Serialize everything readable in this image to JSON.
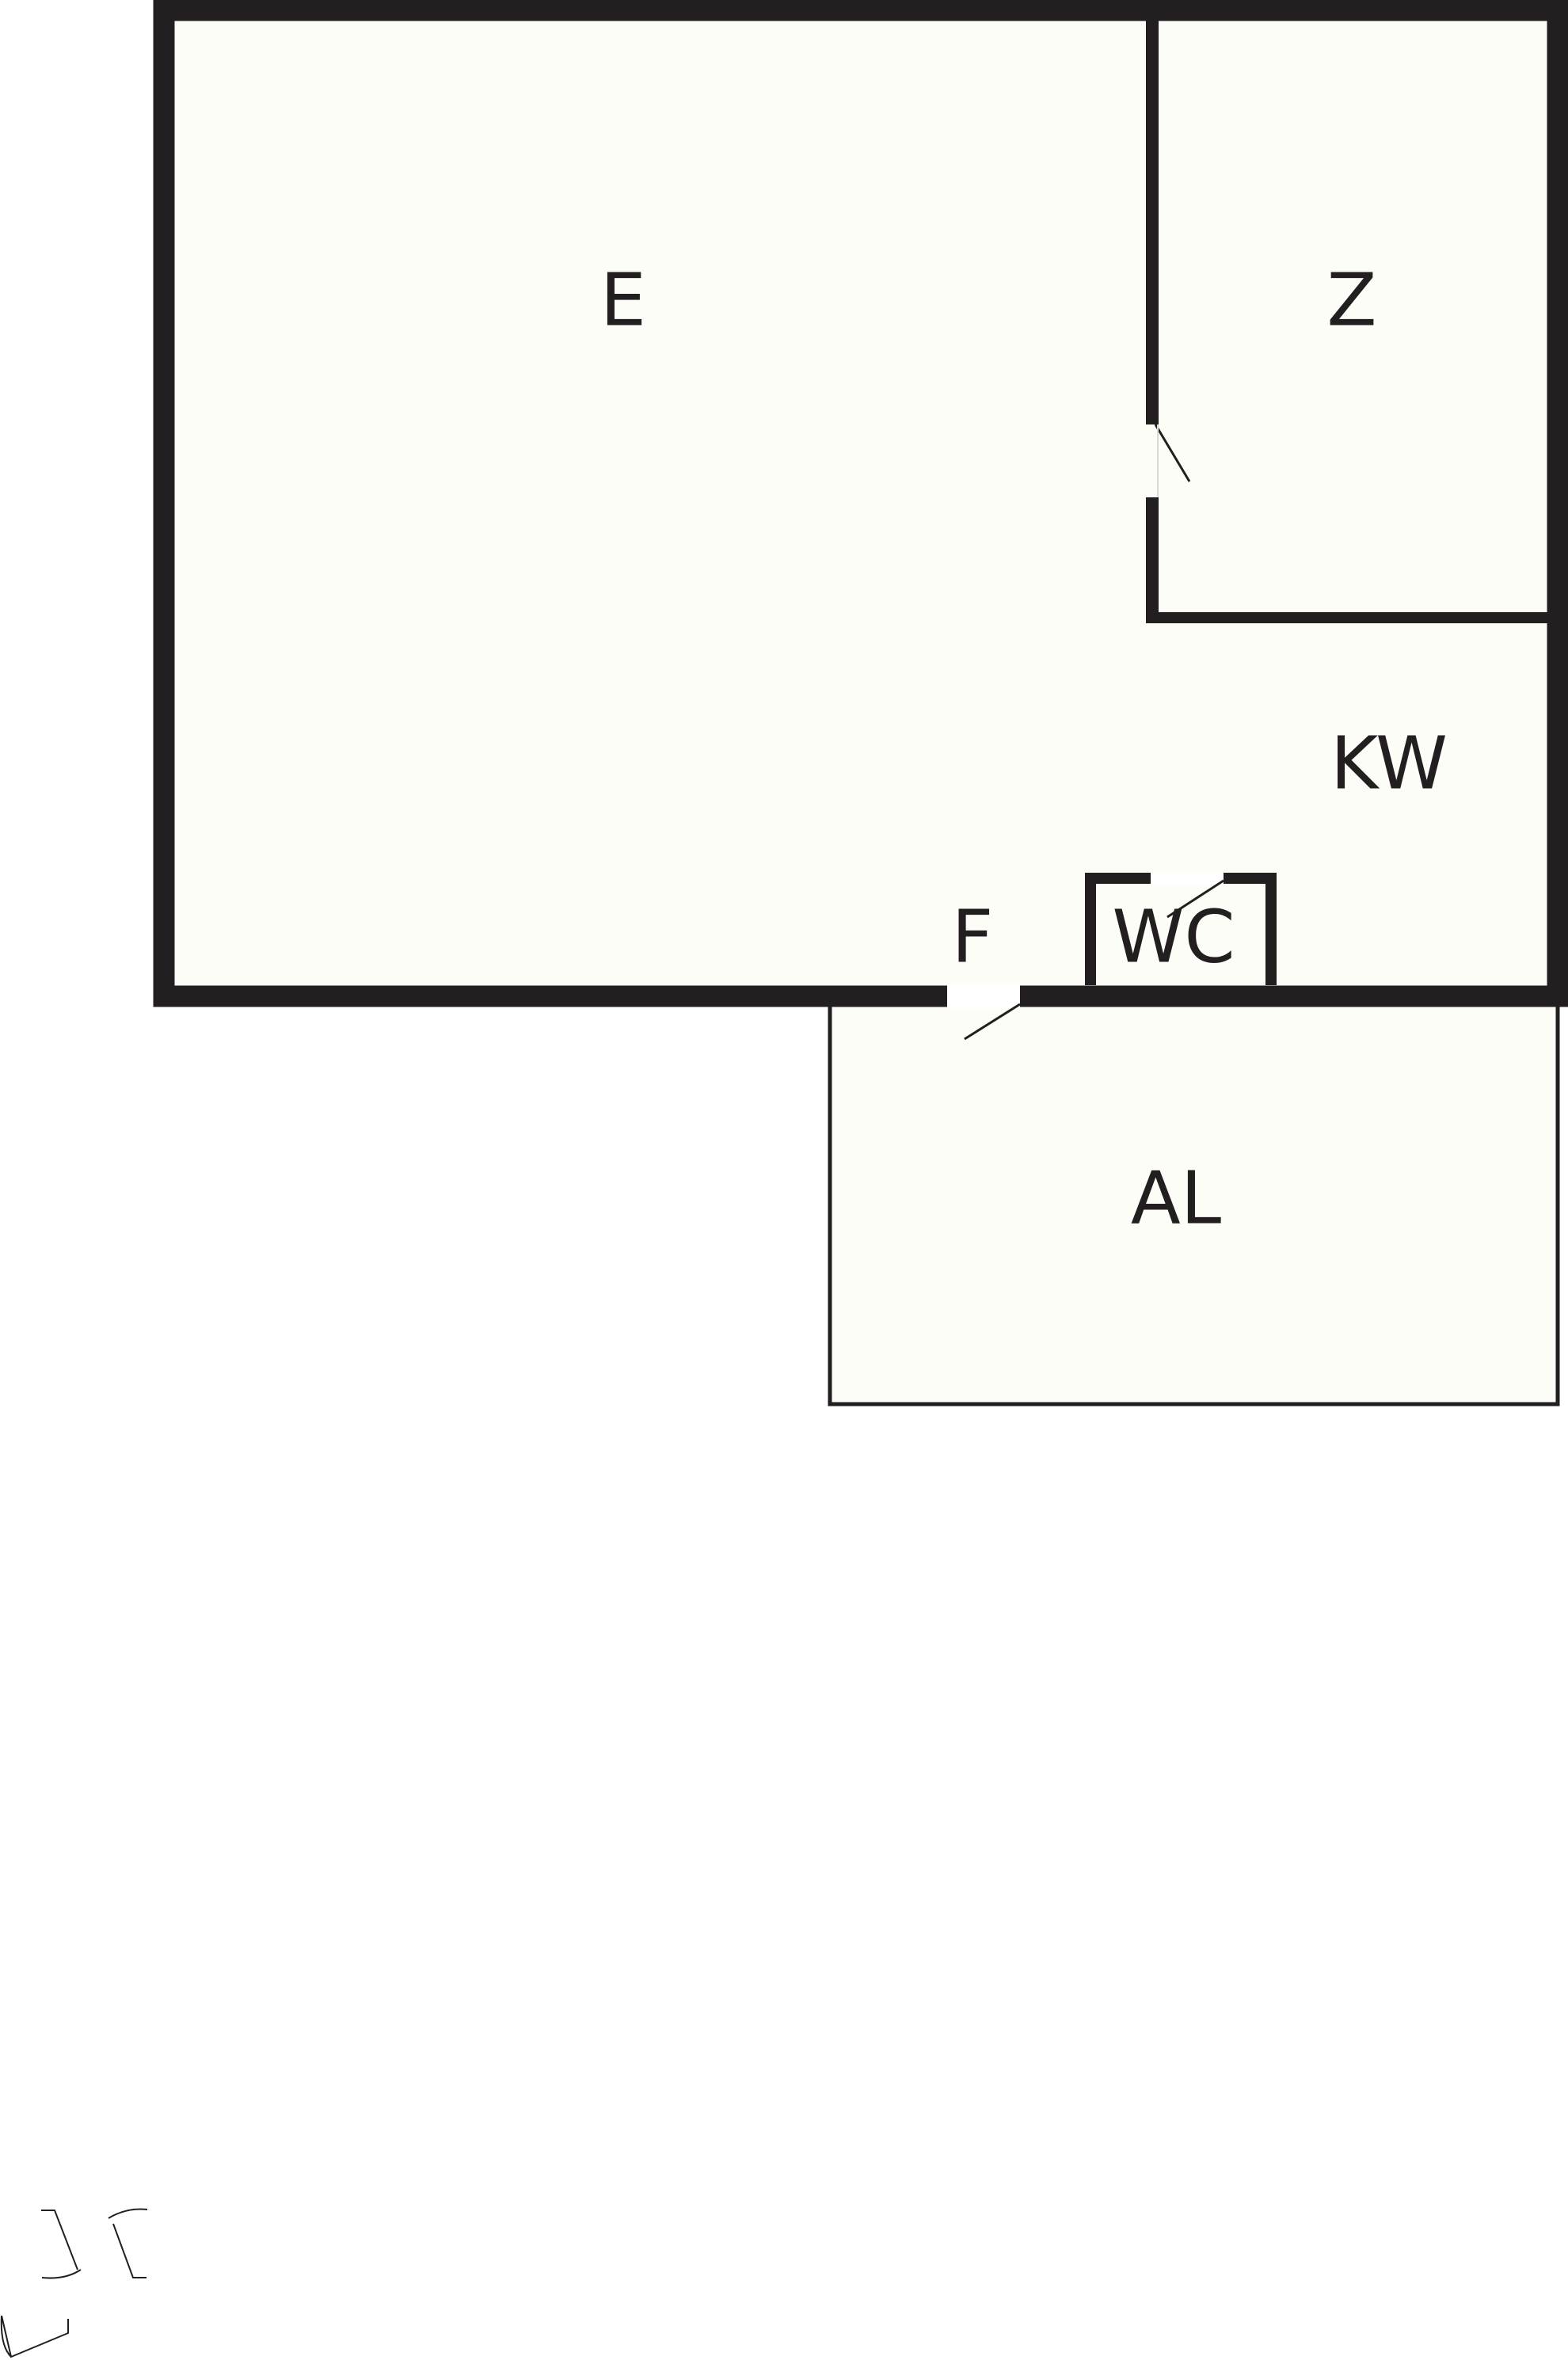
{
  "floorplan": {
    "colors": {
      "wall": "#231f20",
      "floor": "#fdfdf8",
      "background": "#ffffff",
      "door_gap": "#ffffff"
    },
    "rooms": {
      "e": "E",
      "z": "Z",
      "kw": "KW",
      "f": "F",
      "wc": "WC",
      "al": "AL"
    }
  }
}
